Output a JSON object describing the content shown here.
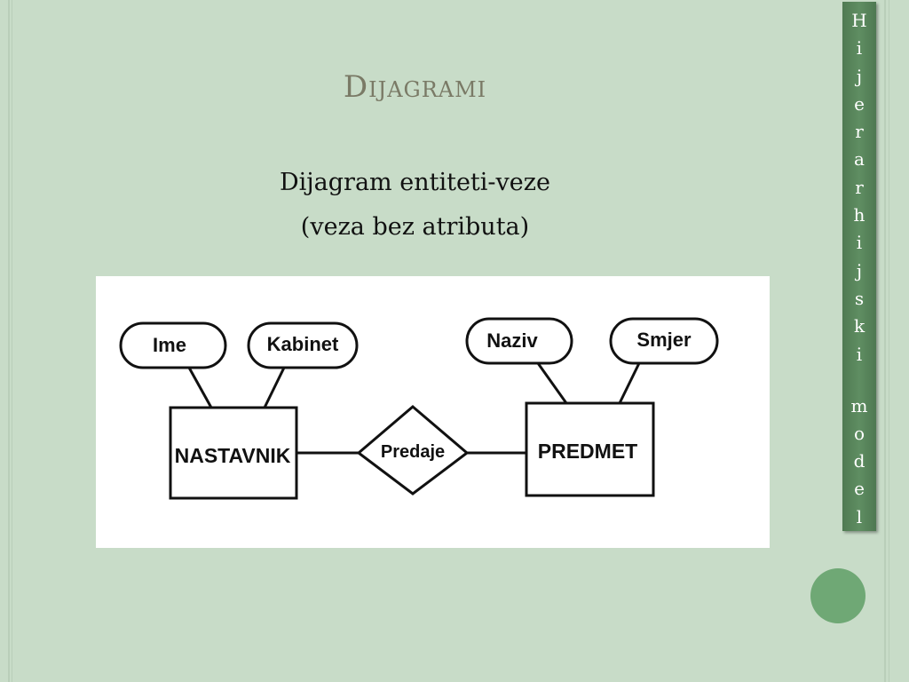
{
  "slide": {
    "title": "Dijagrami",
    "subtitle_line1": "Dijagram entiteti-veze",
    "subtitle_line2": "(veza bez atributa)"
  },
  "side_tab": {
    "letters": [
      "H",
      "i",
      "j",
      "e",
      "r",
      "a",
      "r",
      "h",
      "i",
      "j",
      "s",
      "k",
      "i",
      " ",
      "m",
      "o",
      "d",
      "e",
      "l"
    ]
  },
  "diagram": {
    "entities": [
      {
        "id": "nastavnik",
        "label": "NASTAVNIK"
      },
      {
        "id": "predmet",
        "label": "PREDMET"
      }
    ],
    "relationship": {
      "label": "Predaje"
    },
    "attributes": [
      {
        "entity": "nastavnik",
        "label": "Ime"
      },
      {
        "entity": "nastavnik",
        "label": "Kabinet"
      },
      {
        "entity": "predmet",
        "label": "Naziv"
      },
      {
        "entity": "predmet",
        "label": "Smjer"
      }
    ]
  },
  "colors": {
    "background": "#c8dcc8",
    "title": "#7a7a66",
    "tab": "#5a885d",
    "button": "#6fa875"
  }
}
